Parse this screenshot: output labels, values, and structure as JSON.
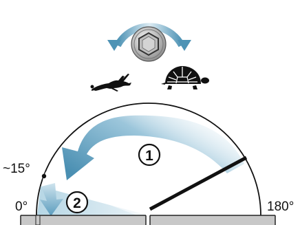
{
  "diagram": {
    "labels": {
      "angle_small": "~15°",
      "angle_zero": "0°",
      "angle_full": "180°",
      "phase_one": "1",
      "phase_two": "2"
    },
    "icons": {
      "adjust_screw": "hex-screw-icon",
      "fast": "hare-icon",
      "slow": "tortoise-icon",
      "rotate_left": "rotate-left-arrow-icon",
      "rotate_right": "rotate-right-arrow-icon"
    },
    "colors": {
      "arrow_blue": "#5b9fc0",
      "arrow_light": "#cde4ef",
      "outline": "#111111",
      "frame_gray": "#c8c8c8"
    }
  }
}
